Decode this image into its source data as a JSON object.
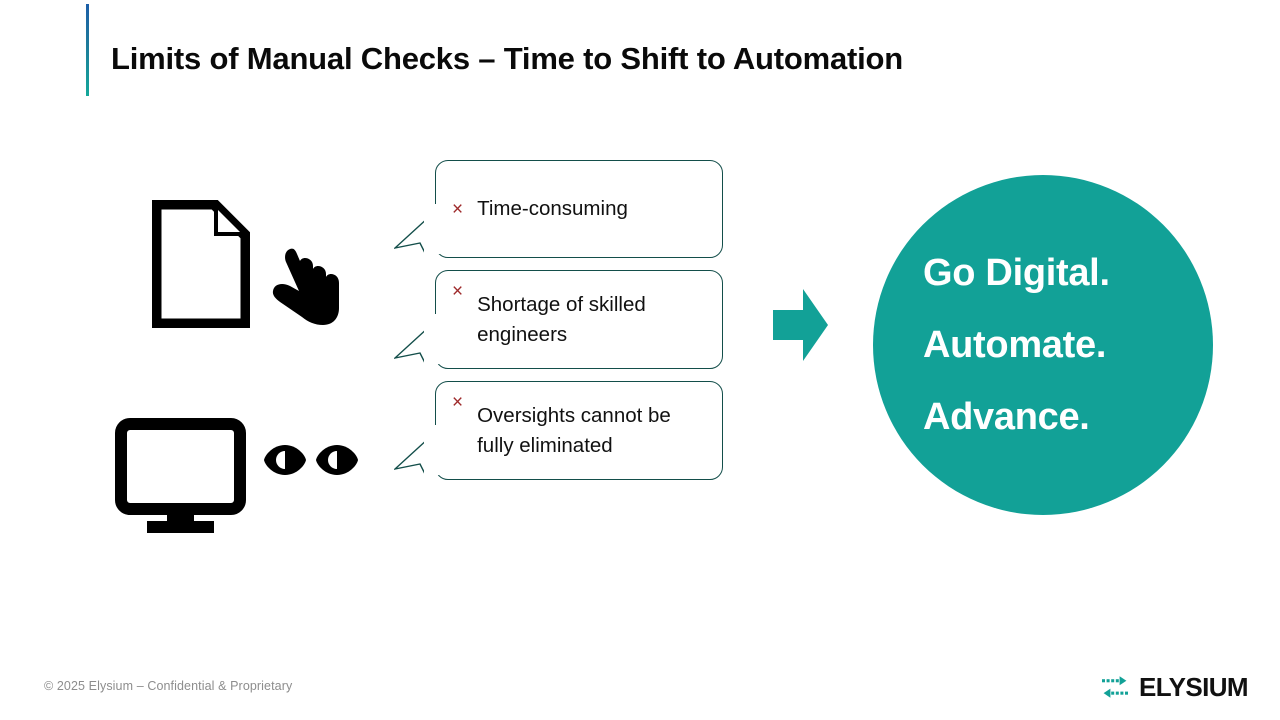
{
  "slide": {
    "title": "Limits of Manual Checks – Time to Shift to Automation",
    "accent_bar_color_top": "#1c5ea8",
    "accent_bar_color_bottom": "#14a89a"
  },
  "icons": {
    "document": "document-icon",
    "hand_pointer": "pointing-hand-icon",
    "monitor": "monitor-icon",
    "eyes": "eyes-icon",
    "arrow": "right-arrow-icon"
  },
  "bubbles": [
    {
      "marker": "×",
      "text": "Time-consuming"
    },
    {
      "marker": "×",
      "text": "Shortage of skilled engineers"
    },
    {
      "marker": "×",
      "text": "Oversights cannot be fully eliminated"
    }
  ],
  "callout": {
    "lines": [
      "Go Digital.",
      "Automate.",
      "Advance."
    ],
    "background_color": "#12a197",
    "text_color": "#ffffff"
  },
  "footer": {
    "copyright": "© 2025 Elysium – Confidential & Proprietary",
    "logo_text": "ELYSIUM",
    "logo_mark_color": "#12a197"
  },
  "colors": {
    "teal": "#12a197",
    "bubble_border": "#134e4a",
    "marker_red": "#9e2a2b",
    "footer_gray": "#8d8d8d"
  }
}
